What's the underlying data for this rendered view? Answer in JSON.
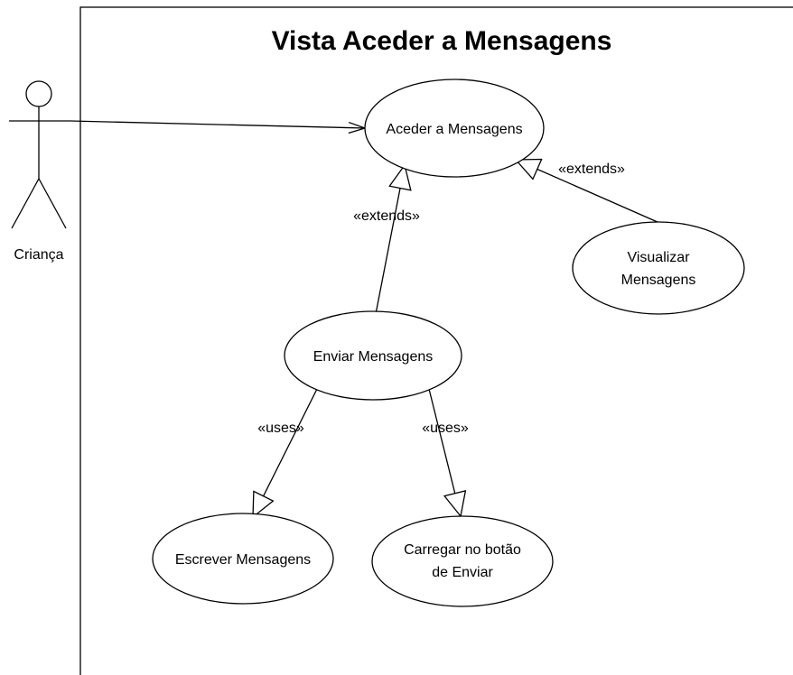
{
  "diagram": {
    "title": "Vista Aceder a Mensagens",
    "actor": {
      "name": "Criança"
    },
    "use_cases": {
      "aceder": {
        "label": "Aceder a Mensagens"
      },
      "visualizar": {
        "lines": [
          "Visualizar",
          "Mensagens"
        ]
      },
      "enviar": {
        "label": "Enviar Mensagens"
      },
      "escrever": {
        "label": "Escrever Mensagens"
      },
      "carregar": {
        "lines": [
          "Carregar no botão",
          "de Enviar"
        ]
      }
    },
    "relations": {
      "enviar_extends": "«extends»",
      "visualizar_extends": "«extends»",
      "escrever_uses": "«uses»",
      "carregar_uses": "«uses»"
    }
  }
}
